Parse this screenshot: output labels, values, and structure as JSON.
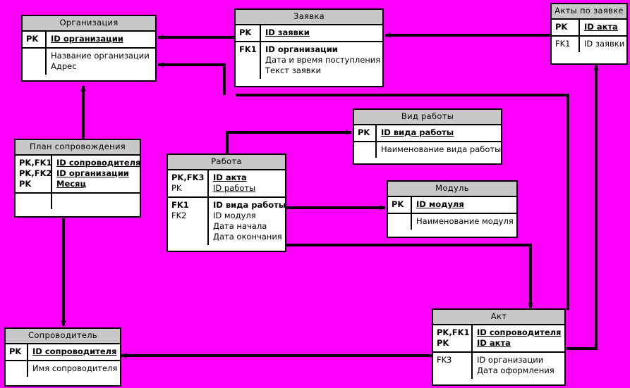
{
  "diagram": {
    "title": "ER-diagram",
    "background_color": "#FF00FF",
    "entity_header_color": "#C8C8C8",
    "entity_body_color": "#FFFFFF",
    "line_color": "#000000"
  },
  "entities": {
    "organizaciya": {
      "name": "Организация",
      "pk_section": {
        "keys": [
          "PK"
        ],
        "attributes": [
          "ID организации"
        ]
      },
      "attr_section": {
        "keys": [
          ""
        ],
        "attributes": [
          "Название организации",
          "Адрес"
        ]
      }
    },
    "zayavka": {
      "name": "Заявка",
      "pk_section": {
        "keys": [
          "PK"
        ],
        "attributes": [
          "ID заявки"
        ]
      },
      "attr_section": {
        "keys": [
          "FK1"
        ],
        "attributes": [
          "ID организации",
          "Дата и время поступления",
          "Текст заявки"
        ]
      }
    },
    "akty_po_zayavke": {
      "name": "Акты по заявке",
      "pk_section": {
        "keys": [
          "PK"
        ],
        "attributes": [
          "ID акта"
        ]
      },
      "attr_section": {
        "keys": [
          "FK1"
        ],
        "attributes": [
          "ID заявки"
        ]
      }
    },
    "plan_soprovozhdeniya": {
      "name": "План сопровождения",
      "pk_section": {
        "keys": [
          "PK,FK1",
          "PK,FK2",
          "PK"
        ],
        "attributes": [
          "ID сопроводителя",
          "ID организации",
          "Месяц"
        ]
      },
      "attr_section": {
        "keys": [
          ""
        ],
        "attributes": [
          ""
        ]
      }
    },
    "rabota": {
      "name": "Работа",
      "pk_section": {
        "keys": [
          "PK,FK3",
          "PK"
        ],
        "attributes": [
          "ID акта",
          "ID работы"
        ]
      },
      "attr_section": {
        "keys": [
          "FK1",
          "FK2"
        ],
        "attributes": [
          "ID вида работы",
          "ID модуля",
          "Дата начала",
          "Дата окончания"
        ]
      }
    },
    "vid_raboty": {
      "name": "Вид работы",
      "pk_section": {
        "keys": [
          "PK"
        ],
        "attributes": [
          "ID вида работы"
        ]
      },
      "attr_section": {
        "keys": [
          ""
        ],
        "attributes": [
          "Наименование вида работы"
        ]
      }
    },
    "modul": {
      "name": "Модуль",
      "pk_section": {
        "keys": [
          "PK"
        ],
        "attributes": [
          "ID модуля"
        ]
      },
      "attr_section": {
        "keys": [
          ""
        ],
        "attributes": [
          "Наименование модуля"
        ]
      }
    },
    "akt": {
      "name": "Акт",
      "pk_section": {
        "keys": [
          "PK,FK1",
          "PK"
        ],
        "attributes": [
          "ID сопроводителя",
          "ID акта"
        ]
      },
      "attr_section": {
        "keys": [
          "FK3"
        ],
        "attributes": [
          "ID организации",
          "Дата оформления"
        ]
      }
    },
    "soprovoditel": {
      "name": "Сопроводитель",
      "pk_section": {
        "keys": [
          "PK"
        ],
        "attributes": [
          "ID сопроводителя"
        ]
      },
      "attr_section": {
        "keys": [
          ""
        ],
        "attributes": [
          "Имя сопроводителя"
        ]
      }
    }
  },
  "relationships": [
    {
      "from": "Заявка",
      "to": "Организация",
      "label": ""
    },
    {
      "from": "Акты по заявке",
      "to": "Заявка",
      "label": ""
    },
    {
      "from": "Организация",
      "to": "Заявка",
      "label": ""
    },
    {
      "from": "Работа",
      "to": "Вид работы",
      "label": ""
    },
    {
      "from": "Работа",
      "to": "Модуль",
      "label": ""
    },
    {
      "from": "Работа",
      "to": "Акт",
      "label": ""
    },
    {
      "from": "План сопровождения",
      "to": "Организация",
      "label": ""
    },
    {
      "from": "План сопровождения",
      "to": "Сопроводитель",
      "label": ""
    },
    {
      "from": "Акт",
      "to": "Сопроводитель",
      "label": ""
    },
    {
      "from": "Акт",
      "to": "Акты по заявке",
      "label": ""
    }
  ]
}
